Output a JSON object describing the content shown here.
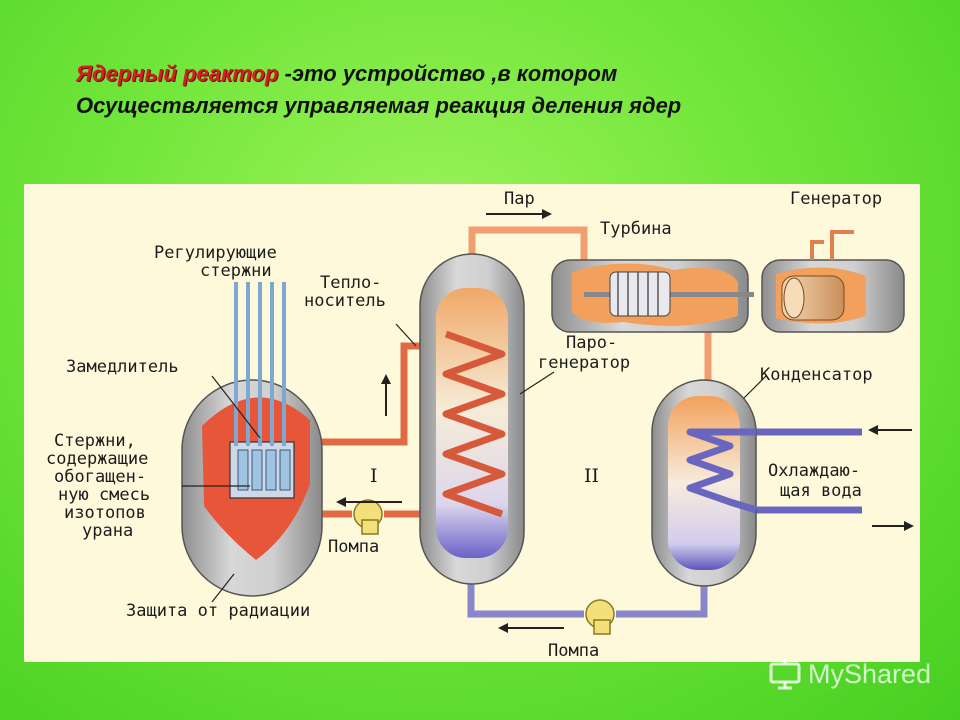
{
  "title": {
    "highlight": "Ядерный реактор",
    "rest": " -это устройство ,в котором",
    "line2": "Осуществляется управляемая реакция деления ядер"
  },
  "labels": {
    "control_rods": [
      "Регулирующие",
      "стержни"
    ],
    "moderator": "Замедлитель",
    "fuel_rods": [
      "Стержни,",
      "содержащие",
      "обогащен-",
      "ную смесь",
      "изотопов",
      "урана"
    ],
    "shielding": "Защита от радиации",
    "coolant": [
      "Тепло-",
      "носитель"
    ],
    "steam": "Пар",
    "turbine": "Турбина",
    "generator": "Генератор",
    "steam_generator": [
      "Паро-",
      "генератор"
    ],
    "condenser": "Конденсатор",
    "cooling_water": [
      "Охлаждаю-",
      "щая вода"
    ],
    "pump1": "Помпа",
    "pump2": "Помпа",
    "circuit1": "I",
    "circuit2": "II"
  },
  "colors": {
    "primary_pipe": "#e06a44",
    "secondary_pipe": "#8a86cc",
    "steam_pipe": "#f0a070",
    "vessel": "#b8b8b8",
    "title_accent": "#d21f1f"
  },
  "watermark": "MyShared"
}
